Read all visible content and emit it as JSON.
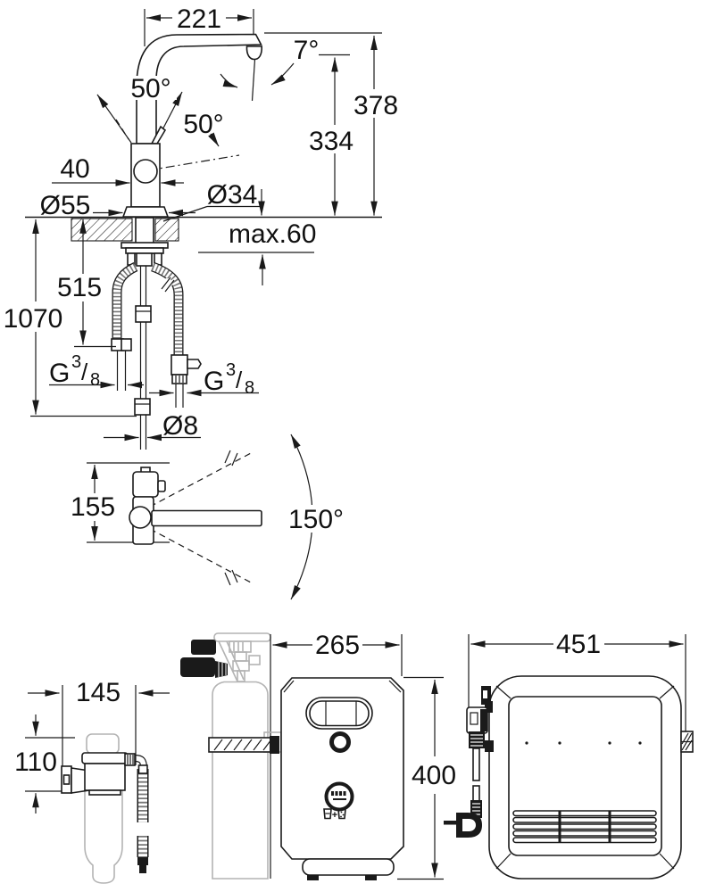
{
  "drawing": {
    "type": "installation-dimension-drawing",
    "subject": "kitchen mixer tap with filter, CO2 bottle and cooler unit"
  },
  "dims": {
    "spout_reach": "221",
    "spout_tilt": "7°",
    "height_total": "378",
    "height_outlet": "334",
    "lever_front": "50°",
    "lever_side": "50°",
    "body_width": "40",
    "base_dia": "Ø55",
    "hole_dia": "Ø34",
    "deck_max": "max.60",
    "hose_a": "515",
    "hose_total": "1070",
    "thread_g": "G",
    "thread_num": "3",
    "thread_slash": "/",
    "thread_den": "8",
    "hose_dia": "Ø8",
    "swivel_height": "155",
    "swivel_angle": "150°",
    "filter_width": "145",
    "filter_height": "110",
    "cooler_width": "265",
    "cooler_height": "400",
    "cooler_depth": "451",
    "badge_plus": "+"
  }
}
